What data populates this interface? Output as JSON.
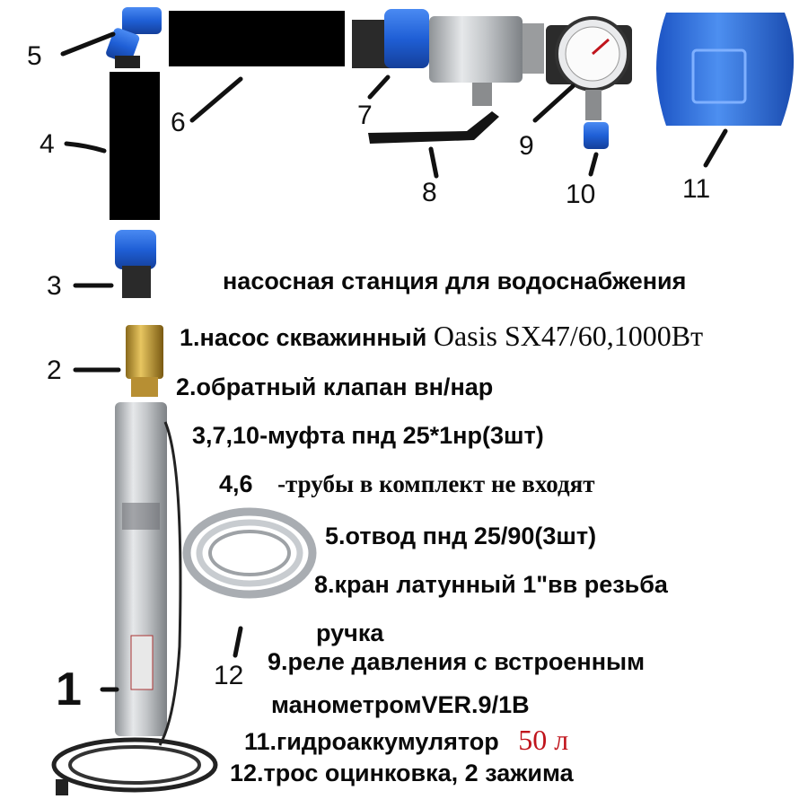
{
  "callouts": [
    "1",
    "2",
    "3",
    "4",
    "5",
    "6",
    "7",
    "8",
    "9",
    "10",
    "11",
    "12"
  ],
  "title": "насосная станция для водоснабжения",
  "items": [
    {
      "text": "1.насос скважинный",
      "extra": "Oasis SX47/60,1000Вт"
    },
    {
      "text": "2.обратный клапан вн/нар"
    },
    {
      "text": "3,7,10-муфта пнд 25*1нр(3шт)"
    },
    {
      "text": "4,6",
      "extra": "-трубы в комплект не входят"
    },
    {
      "text": "5.отвод пнд 25/90(3шт)"
    },
    {
      "text": "8.кран латунный 1\"вв резьба"
    },
    {
      "text": "ручка"
    },
    {
      "text": "9.реле давления с встроенным"
    },
    {
      "text": "манометромVER.9/1В"
    },
    {
      "text": "11.гидроаккумулятор",
      "extra": "50 л"
    },
    {
      "text": "12.трос оцинковка, 2 зажима"
    }
  ],
  "colors": {
    "fitting_blue": "#1f5fd6",
    "pipe_black": "#000000",
    "brass": "#c9a13a",
    "steel": "#b9bcc0",
    "accumulator_blue": "#2a6fe0",
    "accent_red": "#c0141c"
  }
}
